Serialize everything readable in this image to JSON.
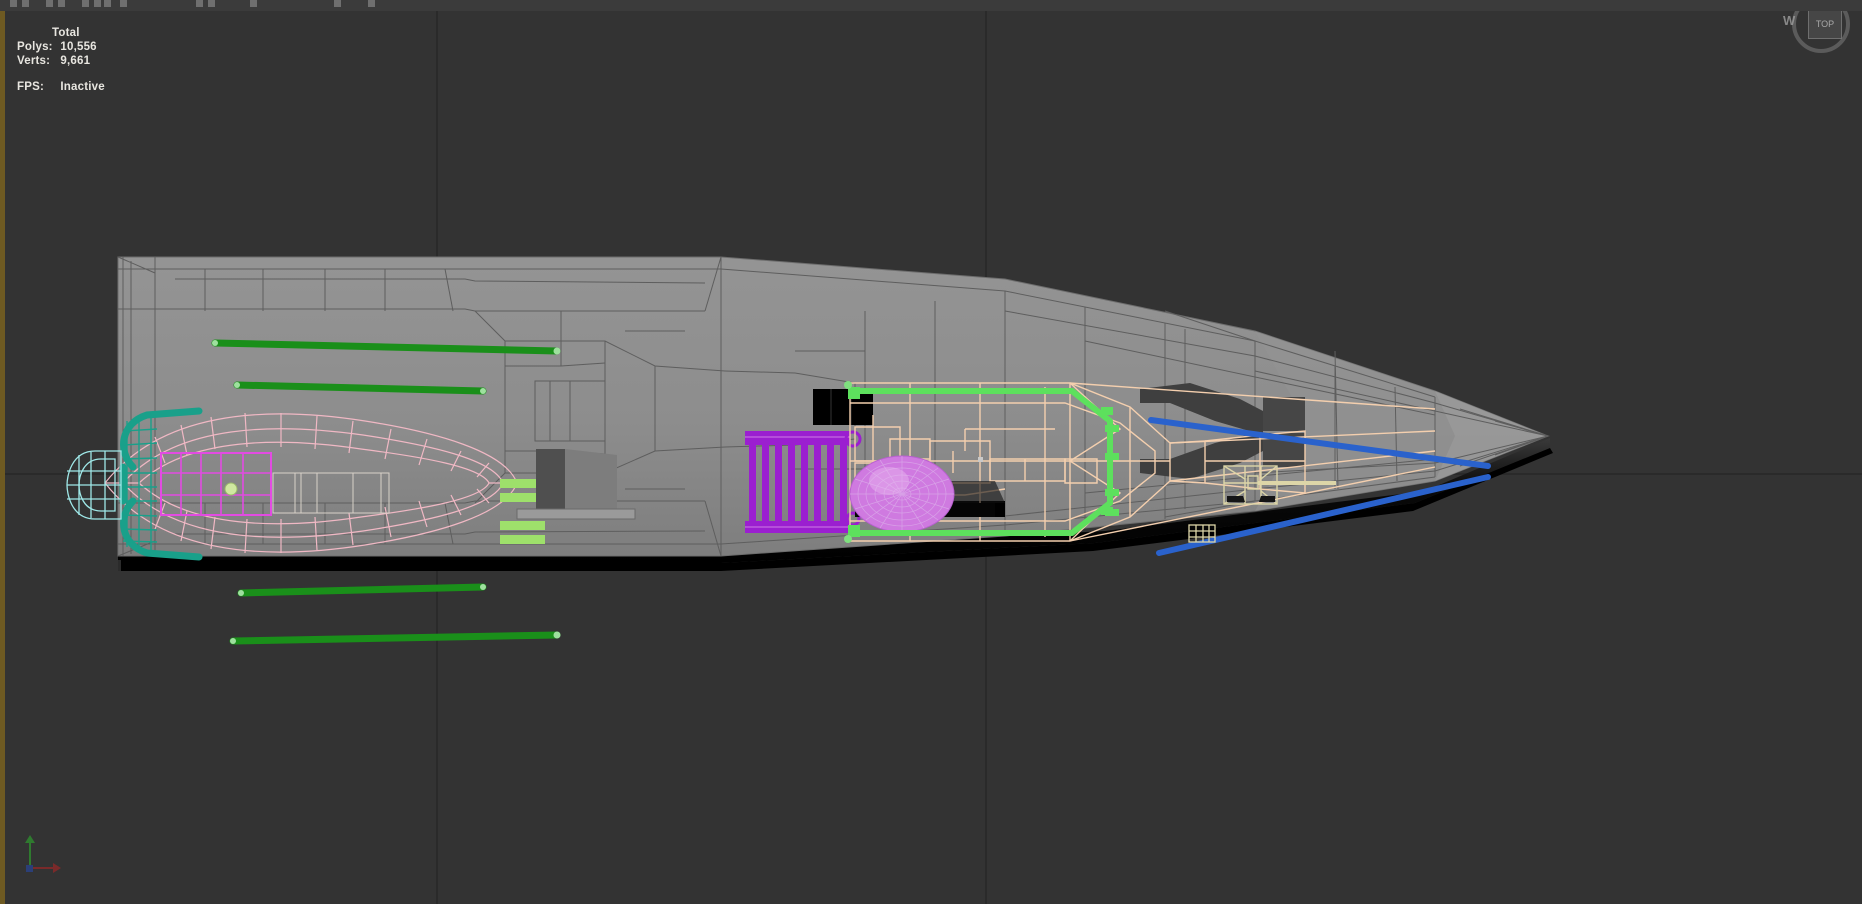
{
  "app": {
    "name": "3D Viewport",
    "background_color": "#333333",
    "grid_color": "#2a2a2a"
  },
  "statistics": {
    "total_label": "Total",
    "polys_label": "Polys:",
    "polys_value": "10,556",
    "verts_label": "Verts:",
    "verts_value": "9,661",
    "fps_label": "FPS:",
    "fps_value": "Inactive",
    "text_color": "#e8e6e0"
  },
  "viewcube": {
    "face_label": "TOP",
    "compass_west": "W"
  },
  "axis_gizmo": {
    "x_color": "#7a2a2a",
    "y_color": "#2f7a2f",
    "z_color": "#2b3f78"
  },
  "grid": {
    "vertical_lines": [
      436,
      985
    ],
    "horizontal_lines": [
      473
    ]
  },
  "model": {
    "name": "boat-top-view-wireframe",
    "hull_fill": "#8f8f8f",
    "hull_fill_dark": "#7d7d7d",
    "hull_fill_light": "#9b9b9b",
    "hull_shadow": "#000000",
    "wire_grey": "#5a5a5a",
    "wire_light": "#d8d2c8",
    "selection_colors": {
      "pink": "#f0b8c4",
      "teal": "#19a08a",
      "magenta": "#e24be2",
      "cyan": "#9fe8e8",
      "green_dark": "#1a8f1a",
      "green_bright": "#5de05d",
      "purple": "#9b1fd0",
      "violet_sphere": "#cf7ae0",
      "peach": "#f4cfae",
      "blue": "#2a62cc",
      "cream": "#ddd6a8"
    },
    "parts": [
      {
        "id": "stern-platform-rail",
        "color": "#9fe8e8"
      },
      {
        "id": "stern-swim-ladder",
        "color": "#19a08a"
      },
      {
        "id": "stern-grating",
        "color": "#e24be2"
      },
      {
        "id": "stern-seat-ellipse",
        "color": "#f0b8c4"
      },
      {
        "id": "side-handrail-port-upper",
        "color": "#1a8f1a"
      },
      {
        "id": "side-handrail-port-lower",
        "color": "#1a8f1a"
      },
      {
        "id": "side-handrail-starboard-upper",
        "color": "#1a8f1a"
      },
      {
        "id": "side-handrail-starboard-lower",
        "color": "#1a8f1a"
      },
      {
        "id": "engine-radiator",
        "color": "#9b1fd0"
      },
      {
        "id": "cockpit-rail",
        "color": "#5de05d"
      },
      {
        "id": "cabin-structure",
        "color": "#f4cfae"
      },
      {
        "id": "radar-dome",
        "color": "#cf7ae0"
      },
      {
        "id": "bow-rope-port",
        "color": "#2a62cc"
      },
      {
        "id": "bow-rope-starboard",
        "color": "#2a62cc"
      },
      {
        "id": "anchor-windlass",
        "color": "#ddd6a8"
      },
      {
        "id": "deck-hatch-grate",
        "color": "#ddd6a8"
      },
      {
        "id": "step-pads",
        "color": "#9ee06b"
      }
    ]
  }
}
